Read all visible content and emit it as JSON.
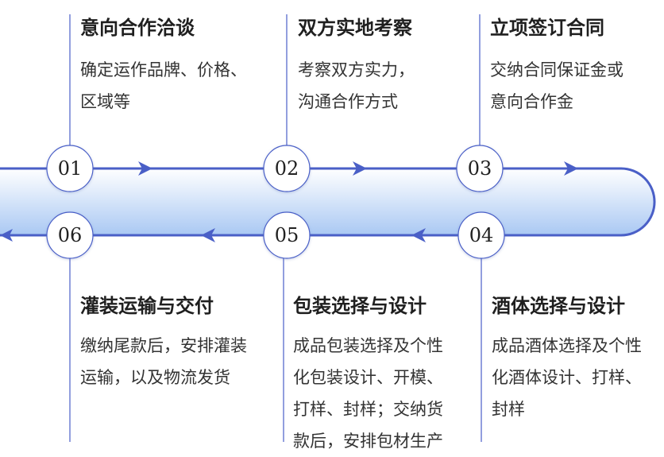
{
  "colors": {
    "stroke": "#4a5fc7",
    "arrow": "#4a5fc7",
    "band_top": "#ffffff",
    "band_bottom": "#a9c8f3",
    "circle_fill": "#ffffff",
    "text": "#222222"
  },
  "steps": [
    {
      "num": "01",
      "title": "意向合作洽谈",
      "desc": [
        "确定运作品牌、价格、",
        "区域等"
      ]
    },
    {
      "num": "02",
      "title": "双方实地考察",
      "desc": [
        "考察双方实力，",
        "沟通合作方式"
      ]
    },
    {
      "num": "03",
      "title": "立项签订合同",
      "desc": [
        "交纳合同保证金或",
        "意向合作金"
      ]
    },
    {
      "num": "04",
      "title": "酒体选择与设计",
      "desc": [
        "成品酒体选择及个性",
        "化酒体设计、打样、",
        "封样"
      ]
    },
    {
      "num": "05",
      "title": "包装选择与设计",
      "desc": [
        "成品包装选择及个性",
        "化包装设计、开模、",
        "打样、封样；交纳货",
        "款后，安排包材生产"
      ]
    },
    {
      "num": "06",
      "title": "灌装运输与交付",
      "desc": [
        "缴纳尾款后，安排灌装",
        "运输，以及物流发货"
      ]
    }
  ]
}
